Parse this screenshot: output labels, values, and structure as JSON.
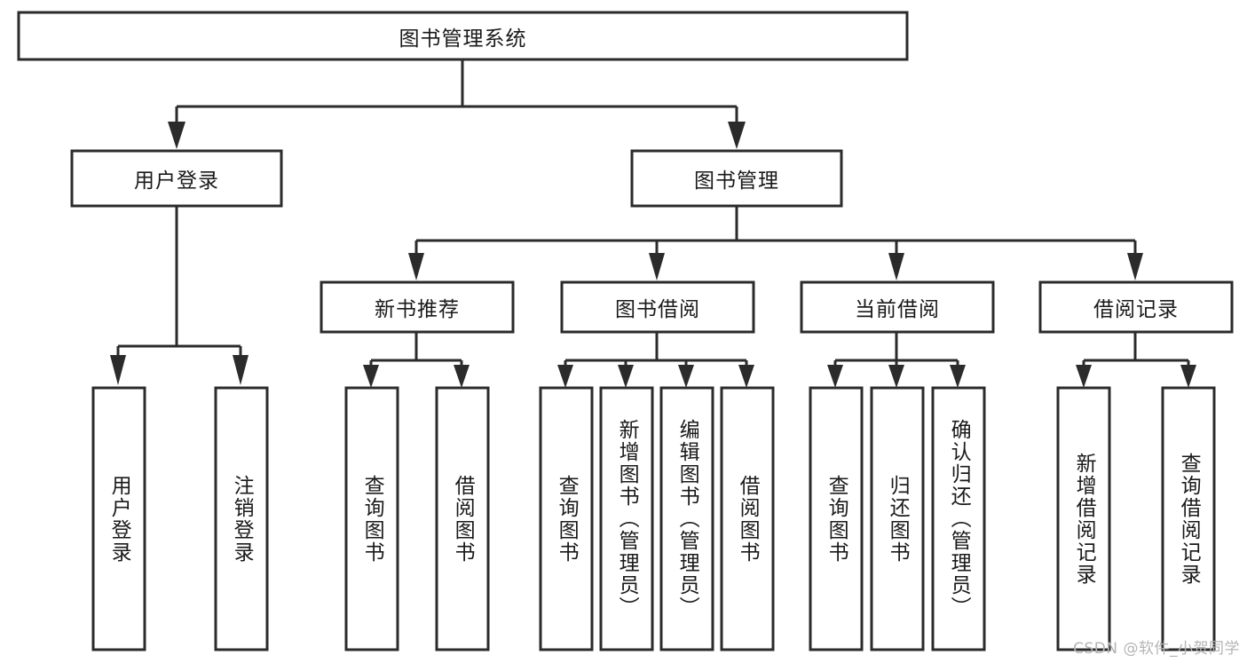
{
  "diagram": {
    "type": "tree-hierarchy",
    "title": "图书管理系统",
    "watermark": "CSDN @软件_小贺同学",
    "colors": {
      "stroke": "#2b2b2b",
      "fill": "#ffffff",
      "text": "#1a1a1a",
      "watermark": "#b4b4b4"
    },
    "levels": {
      "root": {
        "label": "图书管理系统"
      },
      "level2": [
        {
          "label": "用户登录"
        },
        {
          "label": "图书管理"
        }
      ],
      "level3": [
        {
          "label": "新书推荐"
        },
        {
          "label": "图书借阅"
        },
        {
          "label": "当前借阅"
        },
        {
          "label": "借阅记录"
        }
      ],
      "leaves": {
        "user_login": [
          {
            "label": "用户登录"
          },
          {
            "label": "注销登录"
          }
        ],
        "new_book_recommend": [
          {
            "label": "查询图书"
          },
          {
            "label": "借阅图书"
          }
        ],
        "book_borrow": [
          {
            "label": "查询图书"
          },
          {
            "label": "新增图书（管理员）"
          },
          {
            "label": "编辑图书（管理员）"
          },
          {
            "label": "借阅图书"
          }
        ],
        "current_borrow": [
          {
            "label": "查询图书"
          },
          {
            "label": "归还图书"
          },
          {
            "label": "确认归还（管理员）"
          }
        ],
        "borrow_record": [
          {
            "label": "新增借阅记录"
          },
          {
            "label": "查询借阅记录"
          }
        ]
      }
    }
  }
}
